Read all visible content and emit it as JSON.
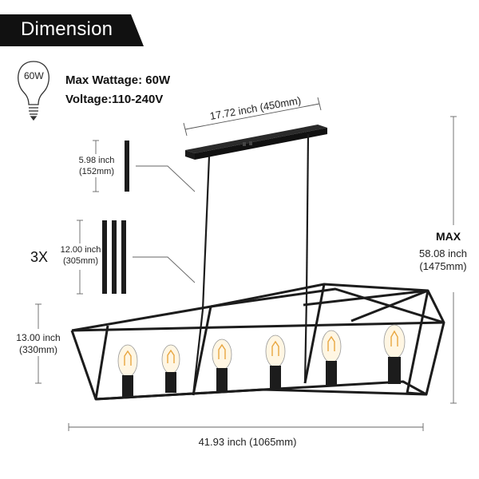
{
  "header": {
    "title": "Dimension",
    "background_color": "#111111"
  },
  "bulb_info": {
    "bulb_label": "60W",
    "wattage": "Max Wattage: 60W",
    "voltage": "Voltage:110-240V"
  },
  "dimensions": {
    "canopy_width": "17.72 inch (450mm)",
    "rod_short_in": "5.98 inch",
    "rod_short_mm": "(152mm)",
    "rod_long_in": "12.00 inch",
    "rod_long_mm": "(305mm)",
    "rod_count": "3X",
    "max_label": "MAX",
    "max_height_in": "58.08 inch",
    "max_height_mm": "(1475mm)",
    "fixture_height_in": "13.00 inch",
    "fixture_height_mm": "(330mm)",
    "fixture_width": "41.93 inch (1065mm)"
  },
  "colors": {
    "frame": "#1c1c1c",
    "dimension_line": "#555555",
    "bulb_glow": "#e8a640"
  }
}
